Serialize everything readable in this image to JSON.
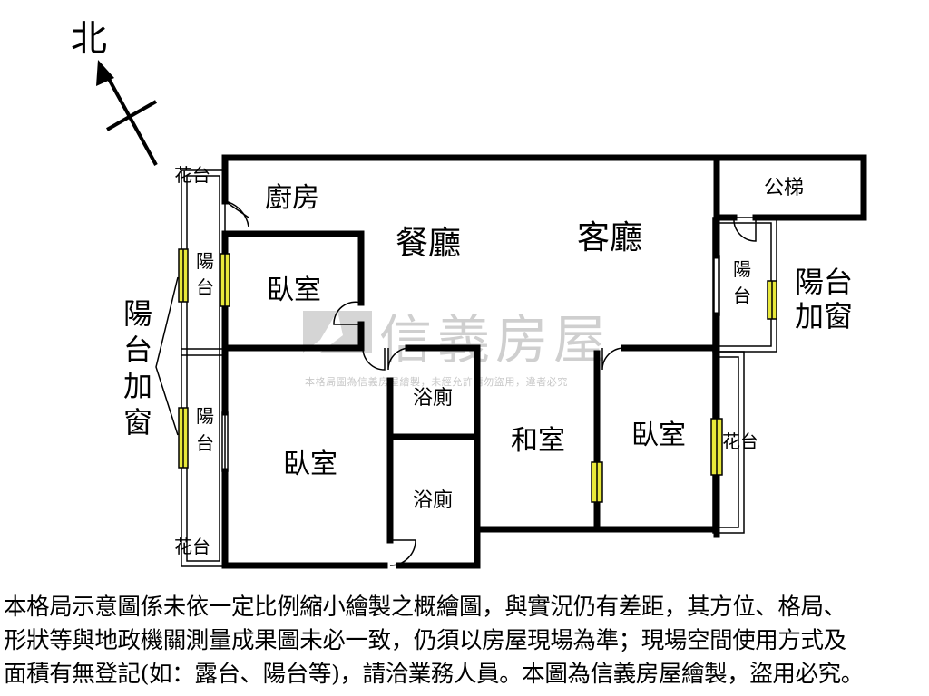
{
  "compass": {
    "north_label": "北"
  },
  "rooms": {
    "kitchen": "廚房",
    "dining": "餐廳",
    "living": "客廳",
    "public_stair": "公梯",
    "bedroom_1": "臥室",
    "bedroom_2": "臥室",
    "bedroom_3": "臥室",
    "japanese_room": "和室",
    "bathroom_1": "浴廁",
    "bathroom_2": "浴廁",
    "balcony_left_upper": [
      "陽",
      "台"
    ],
    "balcony_left_lower": [
      "陽",
      "台"
    ],
    "balcony_right": [
      "陽",
      "台"
    ],
    "flower_bed_top": "花台",
    "flower_bed_bottom": "花台",
    "flower_bed_right": "花台"
  },
  "annotations": {
    "left_note": [
      "陽",
      "台",
      "加",
      "窗"
    ],
    "right_note": [
      "陽台",
      "加窗"
    ]
  },
  "watermark": {
    "brand": "信義房屋",
    "notice": "本格局圖為信義房屋繪製，未經允許請勿盜用，違者必究"
  },
  "colors": {
    "wall": "#000000",
    "window_fill": "#e8e83a",
    "watermark": "#cfcfcf"
  },
  "disclaimer": {
    "lines": [
      "本格局示意圖係未依一定比例縮小繪製之概繪圖，與實況仍有差距，其方位、格局、",
      "形狀等與地政機關測量成果圖未必一致，仍須以房屋現場為準；現場空間使用方式及",
      "面積有無登記(如：露台、陽台等)，請洽業務人員。本圖為信義房屋繪製，盜用必究。"
    ]
  }
}
